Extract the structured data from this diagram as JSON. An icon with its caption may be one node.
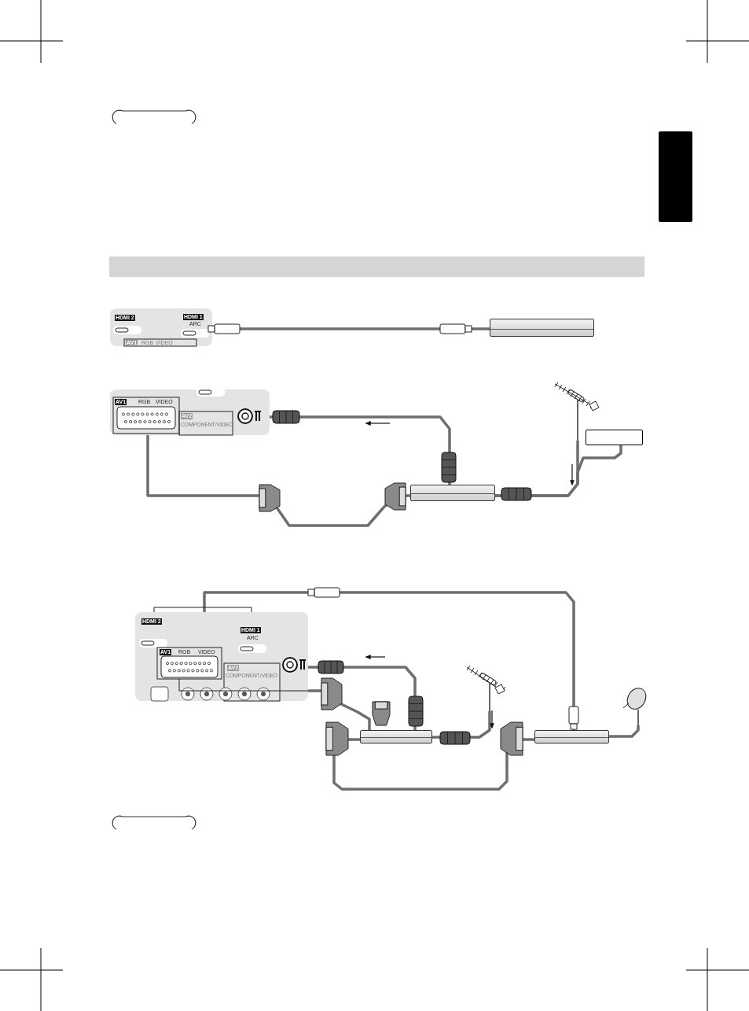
{
  "diagram": {
    "nodes": [
      {
        "text": [
          "HDMI 2",
          "HDMI 1",
          "ARC",
          "AV1",
          "RGB",
          "VIDEO"
        ]
      },
      {
        "text": [],
        "shape": "box"
      },
      {
        "text": [
          "AV1",
          "RGB",
          "VIDEO",
          "AV2",
          "COMPONENT/VIDEO"
        ]
      },
      {
        "text": [],
        "shape": "box"
      },
      {
        "text": [],
        "shape": "picture"
      },
      {
        "text": [],
        "shape": "box"
      },
      {
        "text": [
          "HDMI 2",
          "HDMI 1",
          "ARC",
          "AV1",
          "RGB",
          "VIDEO",
          "AV2",
          "COMPONENT/VIDEO"
        ]
      },
      {
        "text": [],
        "shape": "box"
      },
      {
        "text": [],
        "shape": "picture"
      },
      {
        "text": [],
        "shape": "box"
      },
      {
        "text": [],
        "shape": "picture"
      },
      {
        "text": [],
        "shape": "box"
      },
      {
        "text": [],
        "shape": "bar"
      }
    ],
    "edges": [
      {
        "from": 0,
        "to": 1,
        "arrow": "none"
      },
      {
        "from": 3,
        "to": 2,
        "arrow": "none"
      },
      {
        "from": 2,
        "to": 3,
        "arrow": "none"
      },
      {
        "from": 4,
        "to": 3,
        "arrow": "none"
      },
      {
        "from": 5,
        "to": 3,
        "arrow": "none"
      },
      {
        "from": 6,
        "to": 9,
        "arrow": "none"
      },
      {
        "from": 7,
        "to": 6,
        "arrow": "none"
      },
      {
        "from": 6,
        "to": 7,
        "arrow": "none"
      },
      {
        "from": 8,
        "to": 7,
        "arrow": "none"
      },
      {
        "from": 7,
        "to": 9,
        "arrow": "none"
      },
      {
        "from": 10,
        "to": 9,
        "arrow": "none"
      }
    ]
  }
}
